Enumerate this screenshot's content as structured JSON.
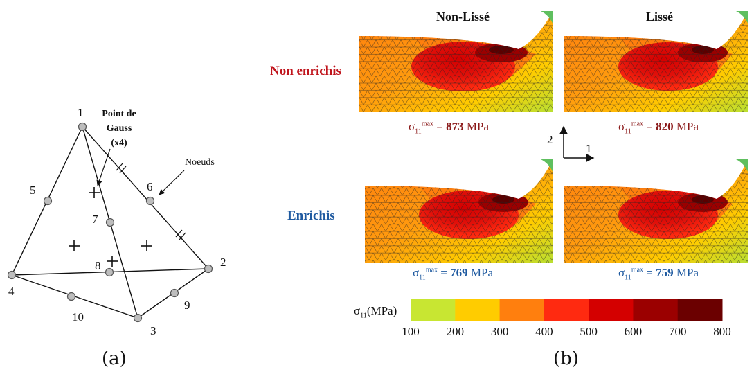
{
  "panel_a": {
    "caption": "(a)",
    "gauss_label": [
      "Point de",
      "Gauss",
      "(x4)"
    ],
    "nodes_label": "Noeuds",
    "node_numbers": [
      "1",
      "2",
      "3",
      "4",
      "5",
      "6",
      "7",
      "8",
      "9",
      "10"
    ]
  },
  "panel_b": {
    "caption": "(b)",
    "col_headers": [
      "Non-Lissé",
      "Lissé"
    ],
    "row_labels": [
      "Non enrichis",
      "Enrichis"
    ],
    "stress_prefix": "σ",
    "stress_sub": "11",
    "stress_sup": "max",
    "stress_equals": " = ",
    "stress_unit": " MPa",
    "stress_values": {
      "non_enrichi_non_lisse": "873",
      "non_enrichi_lisse": "820",
      "enrichi_non_lisse": "769",
      "enrichi_lisse": "759"
    },
    "axes": {
      "axis_1": "1",
      "axis_2": "2"
    },
    "colorbar": {
      "label_prefix": "σ",
      "label_sub": "11",
      "label_suffix": "(MPa)",
      "ticks": [
        "100",
        "200",
        "300",
        "400",
        "500",
        "600",
        "700",
        "800"
      ],
      "colors": [
        "#c8e632",
        "#ffcc00",
        "#ff7f0e",
        "#ff2a10",
        "#d40000",
        "#9b0000",
        "#6b0000"
      ]
    },
    "colors": {
      "non_enrichis": "#c0141c",
      "enrichis": "#1f5aa0",
      "non_enrichis_value": "#8b1a1a"
    }
  }
}
